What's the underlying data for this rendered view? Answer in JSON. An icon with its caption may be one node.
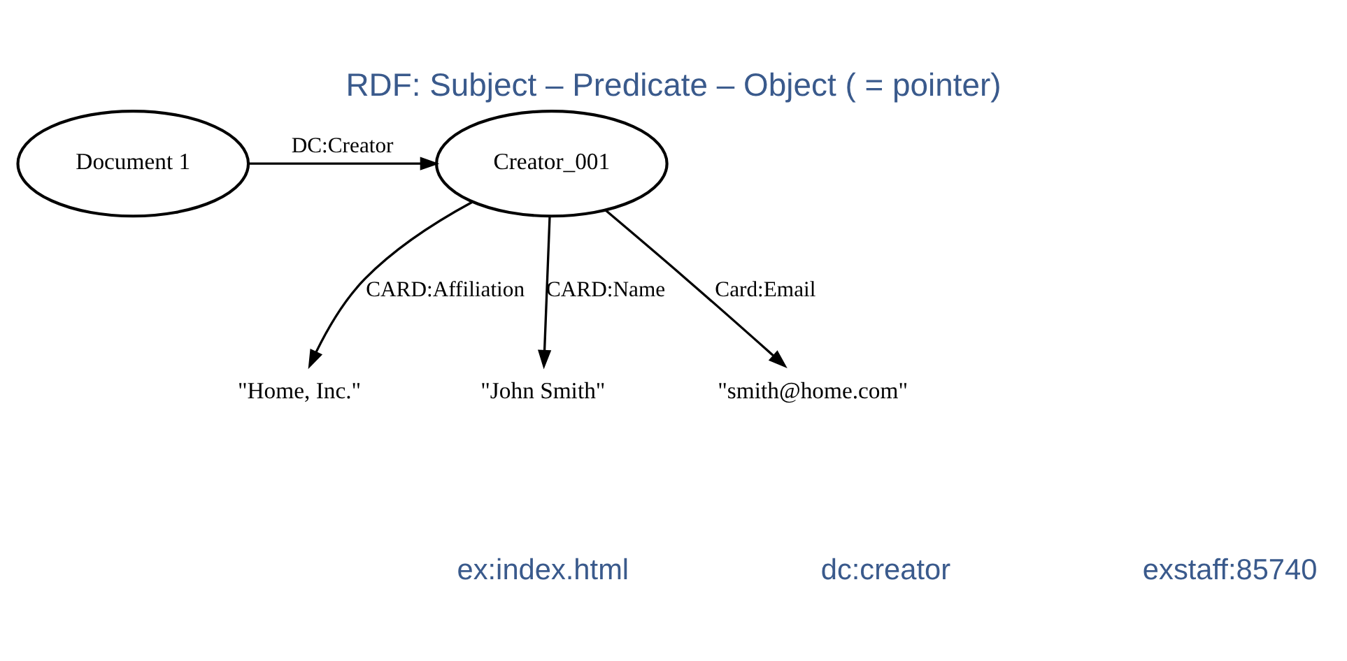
{
  "diagram": {
    "title": "RDF: Subject – Predicate – Object ( = pointer)",
    "nodes": [
      {
        "text": [
          "Document 1"
        ]
      },
      {
        "text": [
          "Creator_001"
        ]
      },
      {
        "text": [
          "\"Home, Inc.\""
        ]
      },
      {
        "text": [
          "\"John Smith\""
        ]
      },
      {
        "text": [
          "\"smith@home.com\""
        ]
      }
    ],
    "edges": [
      {
        "from": 0,
        "to": 1,
        "arrow": "to",
        "label": "DC:Creator"
      },
      {
        "from": 1,
        "to": 2,
        "arrow": "to",
        "label": "CARD:Affiliation"
      },
      {
        "from": 1,
        "to": 3,
        "arrow": "to",
        "label": "CARD:Name"
      },
      {
        "from": 1,
        "to": 4,
        "arrow": "to",
        "label": "Card:Email"
      }
    ],
    "labels": [
      "ex:index.html",
      "dc:creator",
      "exstaff:85740"
    ]
  }
}
